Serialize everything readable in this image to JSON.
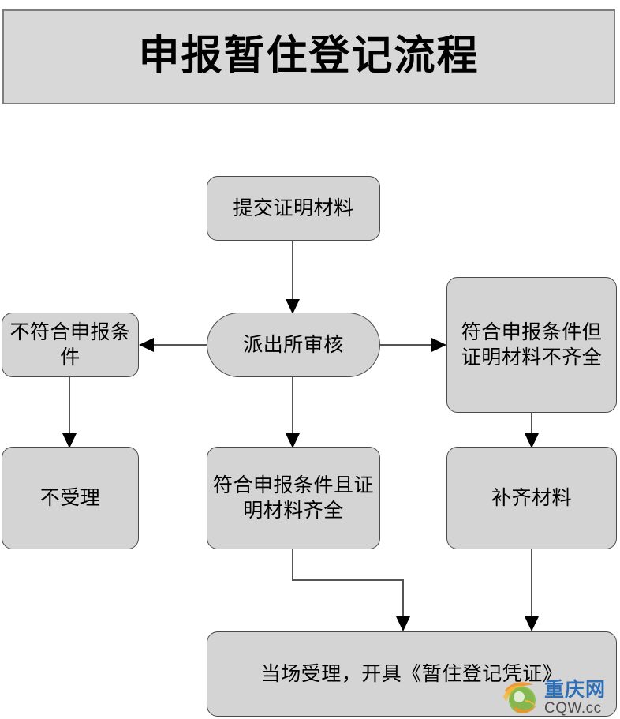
{
  "title": {
    "text": "申报暂住登记流程"
  },
  "colors": {
    "banner_fill": "#d8d8d8",
    "banner_border": "#7d7d7d",
    "node_fill": "#d4d4d4",
    "node_border": "#4a4a4a",
    "connector": "#555555",
    "arrowhead": "#000000",
    "watermark_cn": "#2f6fb5",
    "watermark_en": "#4a4a4a"
  },
  "chart_data": {
    "type": "diagram",
    "title": "申报暂住登记流程",
    "nodes": [
      {
        "id": "submit",
        "label": "提交证明材料",
        "shape": "rounded-rect",
        "column": "center",
        "row": 1
      },
      {
        "id": "review",
        "label": "派出所审核",
        "shape": "pill",
        "column": "center",
        "row": 2
      },
      {
        "id": "not_qualified",
        "label": "不符合申报条件",
        "shape": "rounded-rect",
        "column": "left",
        "row": 2
      },
      {
        "id": "qualified_incomplete",
        "label": "符合申报条件但证明材料不齐全",
        "shape": "rounded-rect",
        "column": "right",
        "row": 2
      },
      {
        "id": "not_accepted",
        "label": "不受理",
        "shape": "rounded-rect",
        "column": "left",
        "row": 3
      },
      {
        "id": "qualified_complete",
        "label": "符合申报条件且证明材料齐全",
        "shape": "rounded-rect",
        "column": "center",
        "row": 3
      },
      {
        "id": "supplement",
        "label": "补齐材料",
        "shape": "rounded-rect",
        "column": "right",
        "row": 3
      },
      {
        "id": "accept",
        "label": "当场受理，开具《暂住登记凭证》",
        "shape": "rounded-rect",
        "column": "center",
        "row": 4
      }
    ],
    "edges": [
      {
        "from": "submit",
        "to": "review",
        "direction": "down",
        "label": ""
      },
      {
        "from": "review",
        "to": "not_qualified",
        "direction": "left",
        "label": ""
      },
      {
        "from": "review",
        "to": "qualified_incomplete",
        "direction": "right",
        "label": ""
      },
      {
        "from": "review",
        "to": "qualified_complete",
        "direction": "down",
        "label": ""
      },
      {
        "from": "not_qualified",
        "to": "not_accepted",
        "direction": "down",
        "label": ""
      },
      {
        "from": "qualified_incomplete",
        "to": "supplement",
        "direction": "down",
        "label": ""
      },
      {
        "from": "qualified_complete",
        "to": "accept",
        "direction": "down-right",
        "label": ""
      },
      {
        "from": "supplement",
        "to": "accept",
        "direction": "down",
        "label": ""
      }
    ]
  },
  "watermark": {
    "cn": "重庆网",
    "en": "CQW.cc"
  }
}
